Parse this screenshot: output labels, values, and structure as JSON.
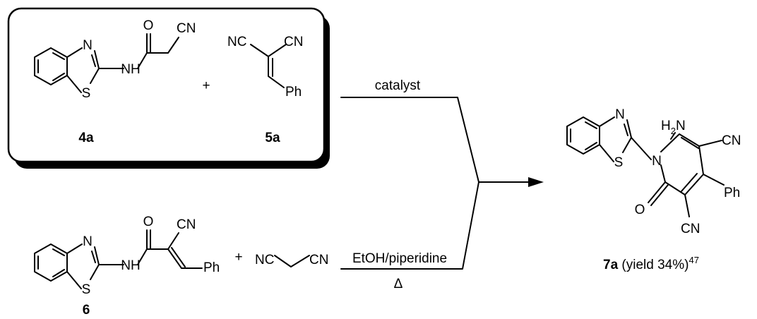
{
  "atoms": {
    "N": "N",
    "S": "S",
    "O": "O",
    "NH": "NH",
    "CN": "CN",
    "NC": "NC",
    "Ph": "Ph",
    "H2N_H": "H",
    "H2N_2": "2",
    "H2N_N": "N"
  },
  "compounds": {
    "c4a": "4a",
    "c5a": "5a",
    "c6": "6",
    "c7a": "7a"
  },
  "operators": {
    "plus": "+"
  },
  "conditions": {
    "top": "catalyst",
    "bottom": "EtOH/piperidine",
    "heat": "Δ"
  },
  "product_note": {
    "yield_text": "(yield 34%)",
    "ref": "47"
  }
}
